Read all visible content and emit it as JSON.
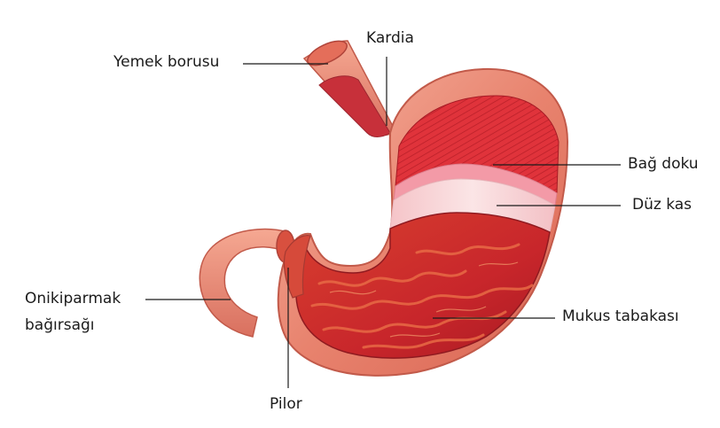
{
  "labels": {
    "esophagus": "Yemek borusu",
    "cardia": "Kardia",
    "connective_tissue": "Bağ doku",
    "smooth_muscle": "Düz kas",
    "mucosa": "Mukus tabakası",
    "duodenum_line1": "Onikiparmak",
    "duodenum_line2": "bağırsağı",
    "pylorus": "Pilor"
  },
  "colors": {
    "outer_wall": "#e8836e",
    "wall_highlight": "#f6b3a1",
    "muscle_band": "#e0333b",
    "connective_band": "#f39aa7",
    "smooth_muscle_band": "#f7d3d6",
    "mucosa": "#c8262b",
    "mucosa_fold": "#e05a3c",
    "leader_line": "#1b1b1b"
  }
}
